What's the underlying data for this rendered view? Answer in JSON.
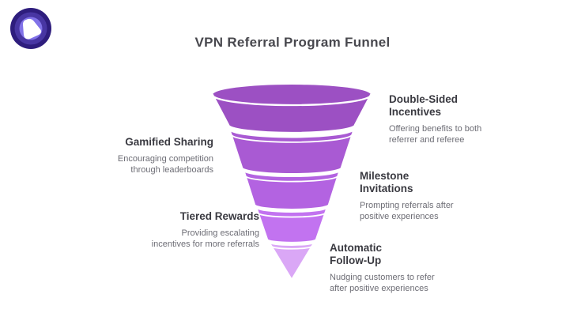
{
  "page": {
    "title": "VPN Referral Program Funnel",
    "background_color": "#ffffff"
  },
  "brand_logo": {
    "outer_color": "#2e1d7d",
    "mid_color": "#4836a3",
    "inner_color": "#8172e8",
    "core_color": "#ffffff"
  },
  "funnel": {
    "separator_color": "#ffffff",
    "stages": [
      {
        "label": "Double-Sided Incentives",
        "description": "Offering benefits to both\nreferrer and referee",
        "side": "right",
        "color": "#9c50c3"
      },
      {
        "label": "Gamified Sharing",
        "description": "Encouraging competition\nthrough leaderboards",
        "side": "left",
        "color": "#a95ad3"
      },
      {
        "label": "Milestone Invitations",
        "description": "Prompting referrals after\npositive experiences",
        "side": "right",
        "color": "#b363e1"
      },
      {
        "label": "Tiered Rewards",
        "description": "Providing escalating\nincentives for more referrals",
        "side": "left",
        "color": "#c273f0"
      },
      {
        "label": "Automatic Follow-Up",
        "description": "Nudging customers to refer\nafter positive experiences",
        "side": "right",
        "color": "#daa7f6"
      }
    ]
  }
}
